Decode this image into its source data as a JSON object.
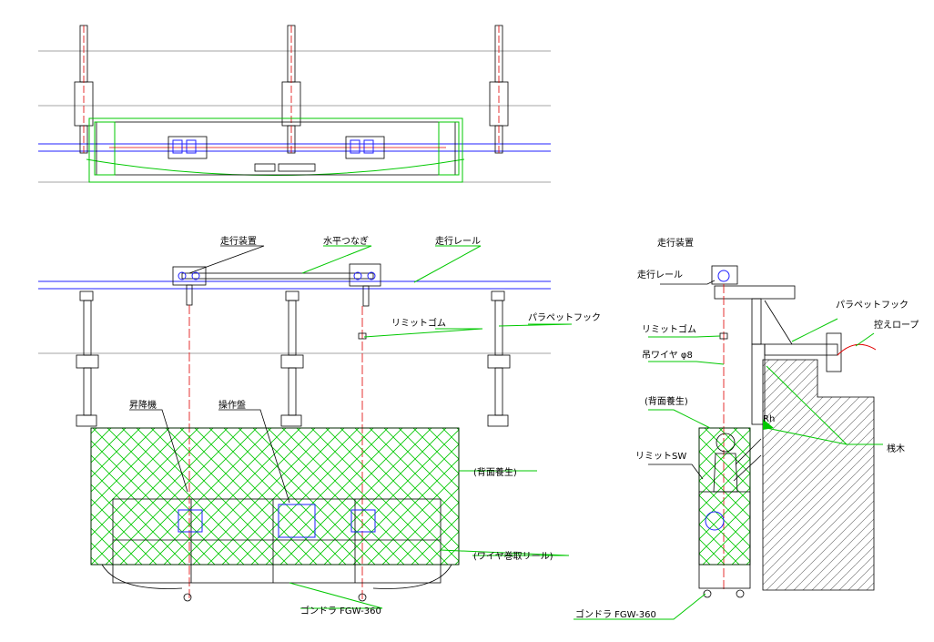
{
  "front_view": {
    "label_travel_device": "走行装置",
    "label_horizontal_tie": "水平つなぎ",
    "label_travel_rail": "走行レール",
    "label_limit_rubber": "リミットゴム",
    "label_parapet_hook": "パラペットフック",
    "label_hoist": "昇降機",
    "label_control_panel": "操作盤",
    "label_back_protection": "(背面養生)",
    "label_wire_reel": "(ワイヤ巻取リール)",
    "label_gondola": "ゴンドラ FGW-360"
  },
  "side_view": {
    "label_travel_device": "走行装置",
    "label_travel_rail": "走行レール",
    "label_parapet_hook": "パラペットフック",
    "label_guy_rope": "控えロープ",
    "label_limit_rubber": "リミットゴム",
    "label_wire": "吊ワイヤ φ8",
    "label_back_protection": "(背面養生)",
    "label_rh": "Rh",
    "label_limit_sw": "リミットSW",
    "label_wood_block": "桟木",
    "label_gondola": "ゴンドラ FGW-360"
  },
  "colors": {
    "rail": "#2020ff",
    "center_line": "#e00000",
    "protection_net": "#00c800",
    "structure": "#000000"
  }
}
